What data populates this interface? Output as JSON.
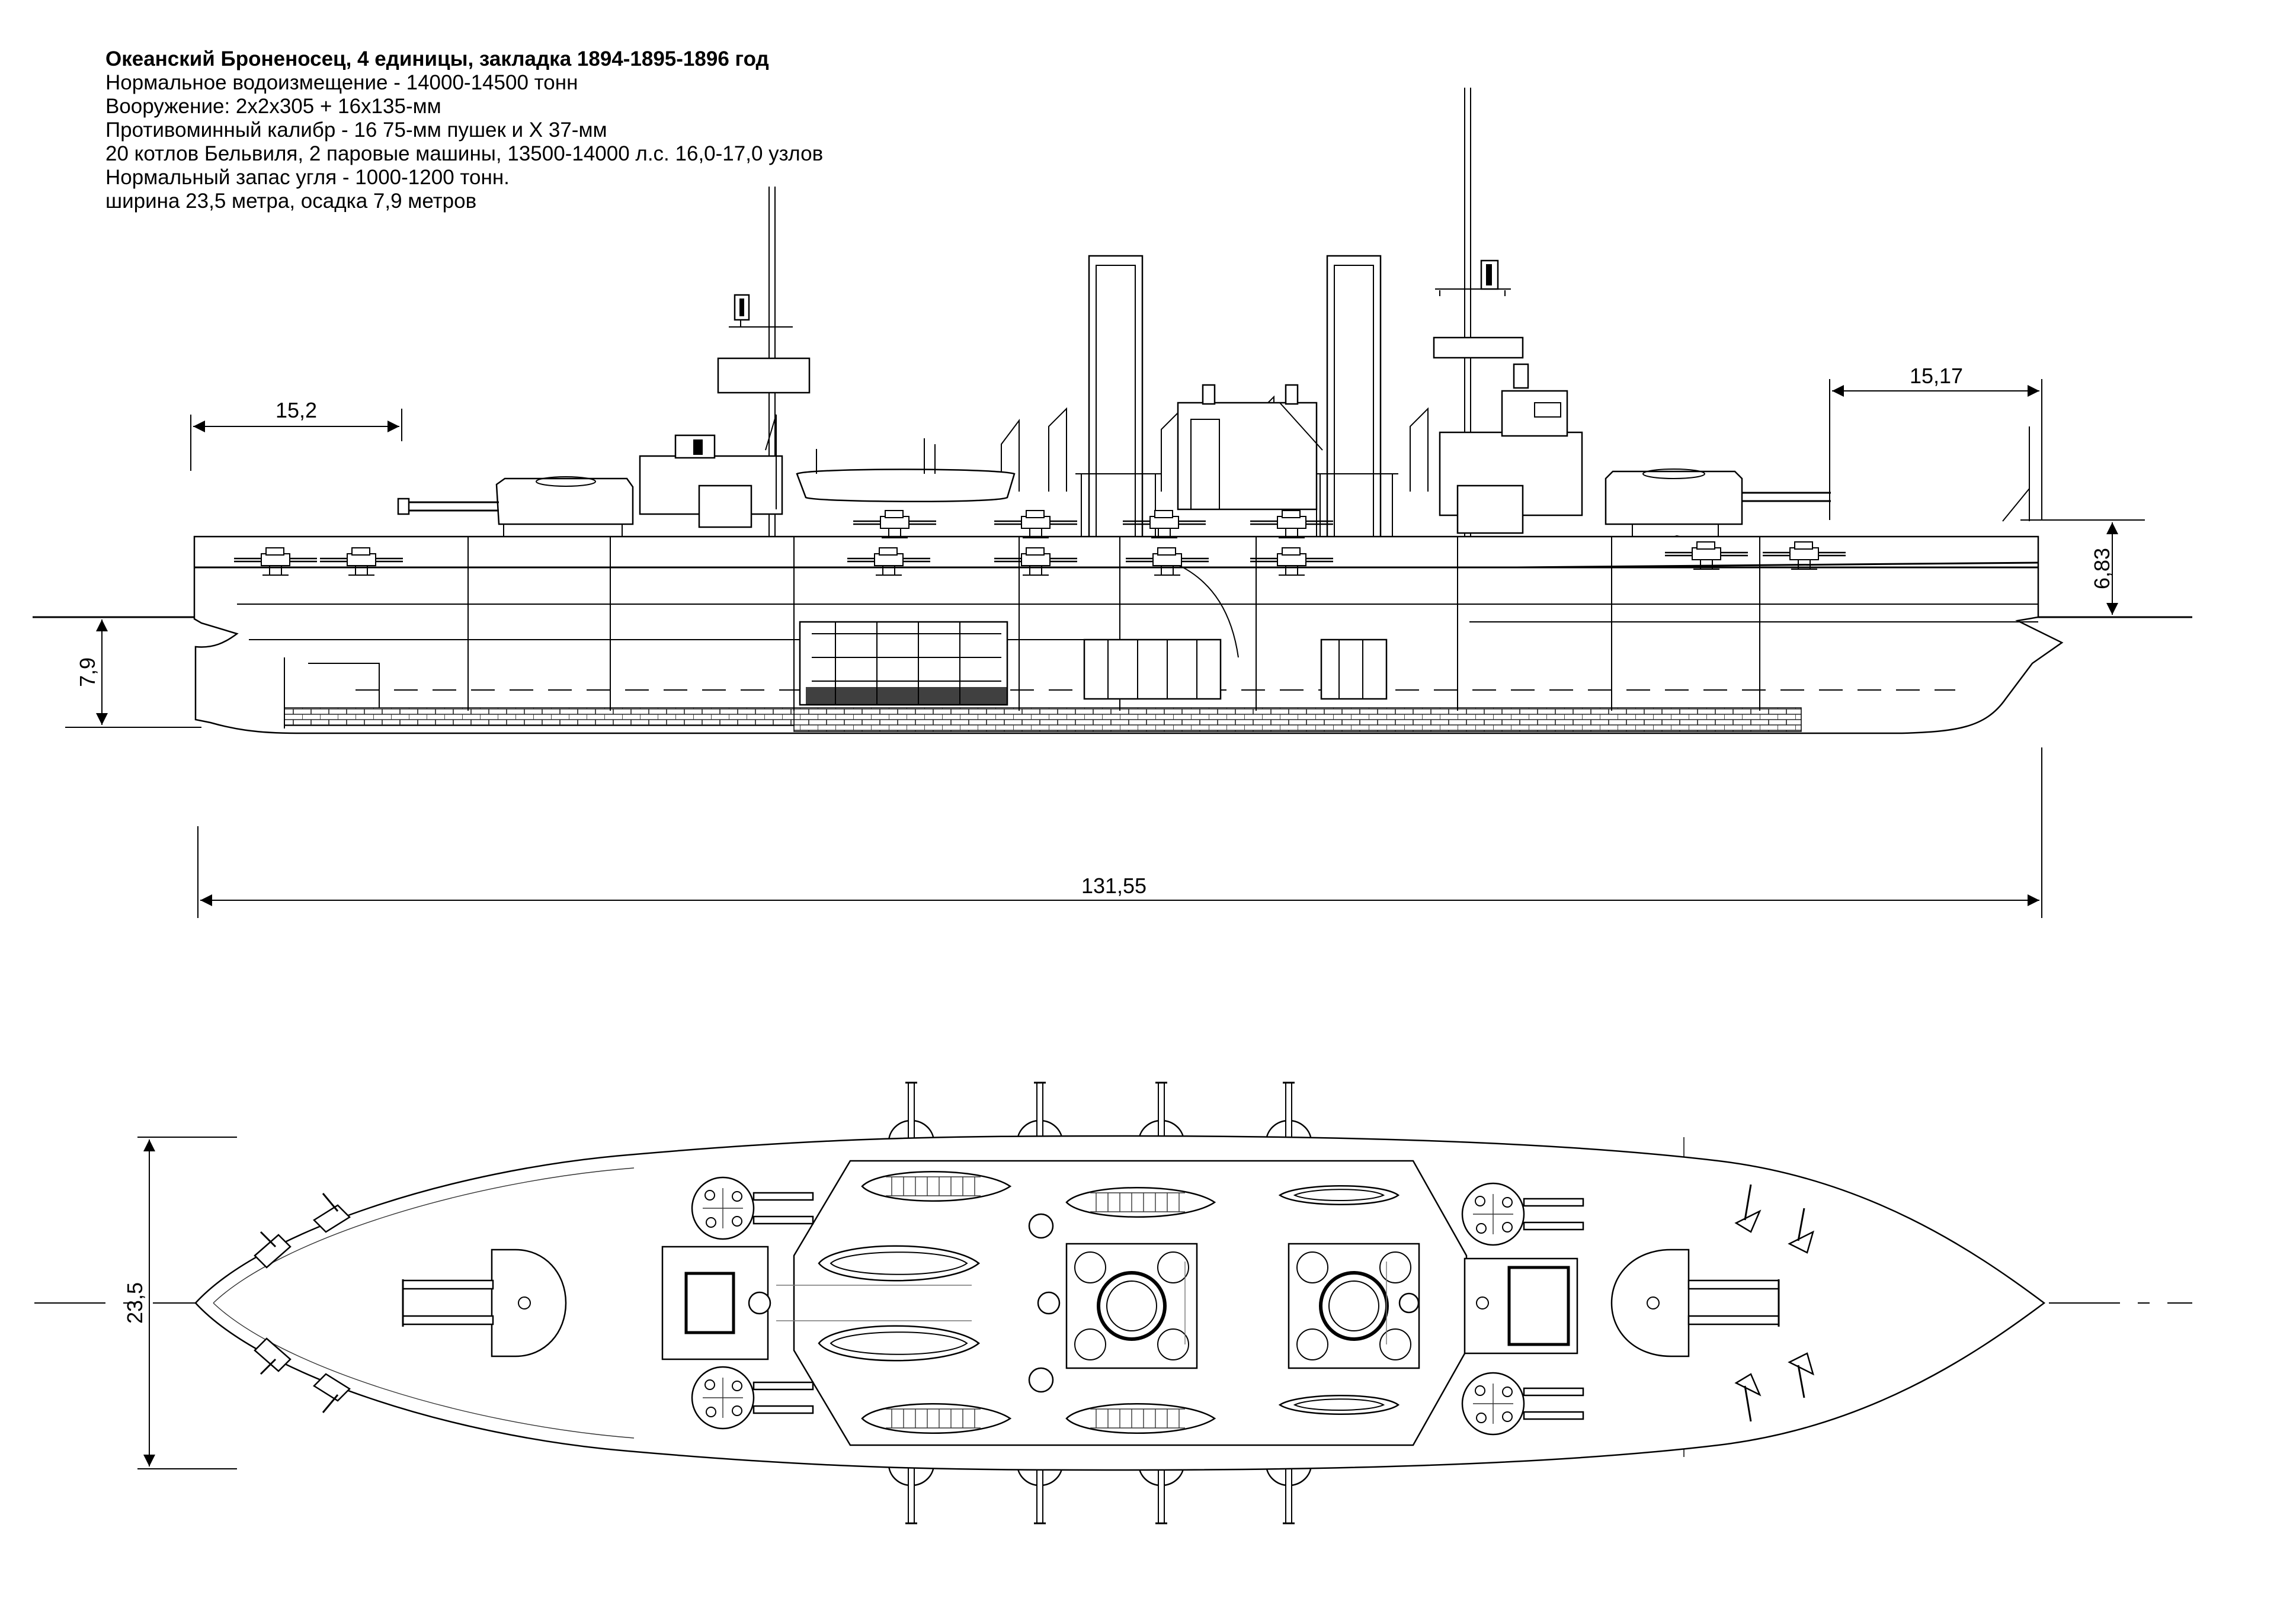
{
  "specs": {
    "title": "Океанский Броненосец, 4 единицы, закладка 1894-1895-1896 год",
    "displacement": "Нормальное водоизмещение - 14000-14500 тонн",
    "armament": "Вооружение: 2х2х305 + 16х135-мм",
    "antitorpedo": "Противоминный калибр - 16 75-мм пушек и Х 37-мм",
    "machinery": "20 котлов Бельвиля, 2 паровые машины, 13500-14000 л.с. 16,0-17,0 узлов",
    "coal": "Нормальный запас угля - 1000-1200 тонн.",
    "dimensions": "ширина 23,5 метра, осадка 7,9 метров"
  },
  "dimensions": {
    "bow_overhang": "15,2",
    "stern_overhang": "15,17",
    "freeboard": "6,83",
    "draft": "7,9",
    "length": "131,55",
    "beam": "23,5"
  }
}
